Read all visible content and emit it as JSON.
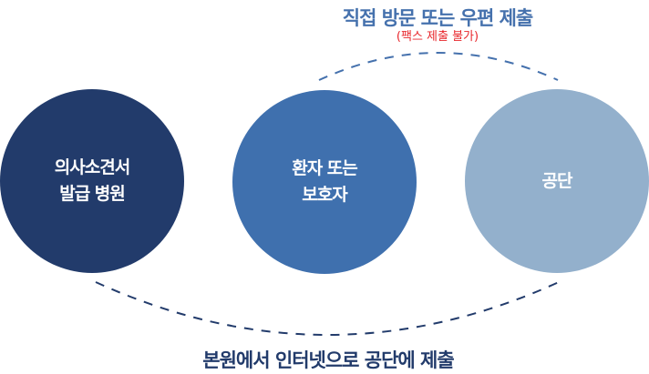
{
  "nodes": [
    {
      "line1": "의사소견서",
      "line2": "발급 병원",
      "color": "#223b6b"
    },
    {
      "line1": "환자 또는",
      "line2": "보호자",
      "color": "#3f70ae"
    },
    {
      "line1": "공단",
      "line2": "",
      "color": "#93b0cc"
    }
  ],
  "top_path": {
    "title": "직접 방문 또는 우편 제출",
    "note": "(팩스 제출 불가)",
    "color": "#4571ad",
    "note_color": "#e8262b"
  },
  "bottom_path": {
    "title": "본원에서 인터넷으로 공단에 제출",
    "color": "#223b6b"
  }
}
